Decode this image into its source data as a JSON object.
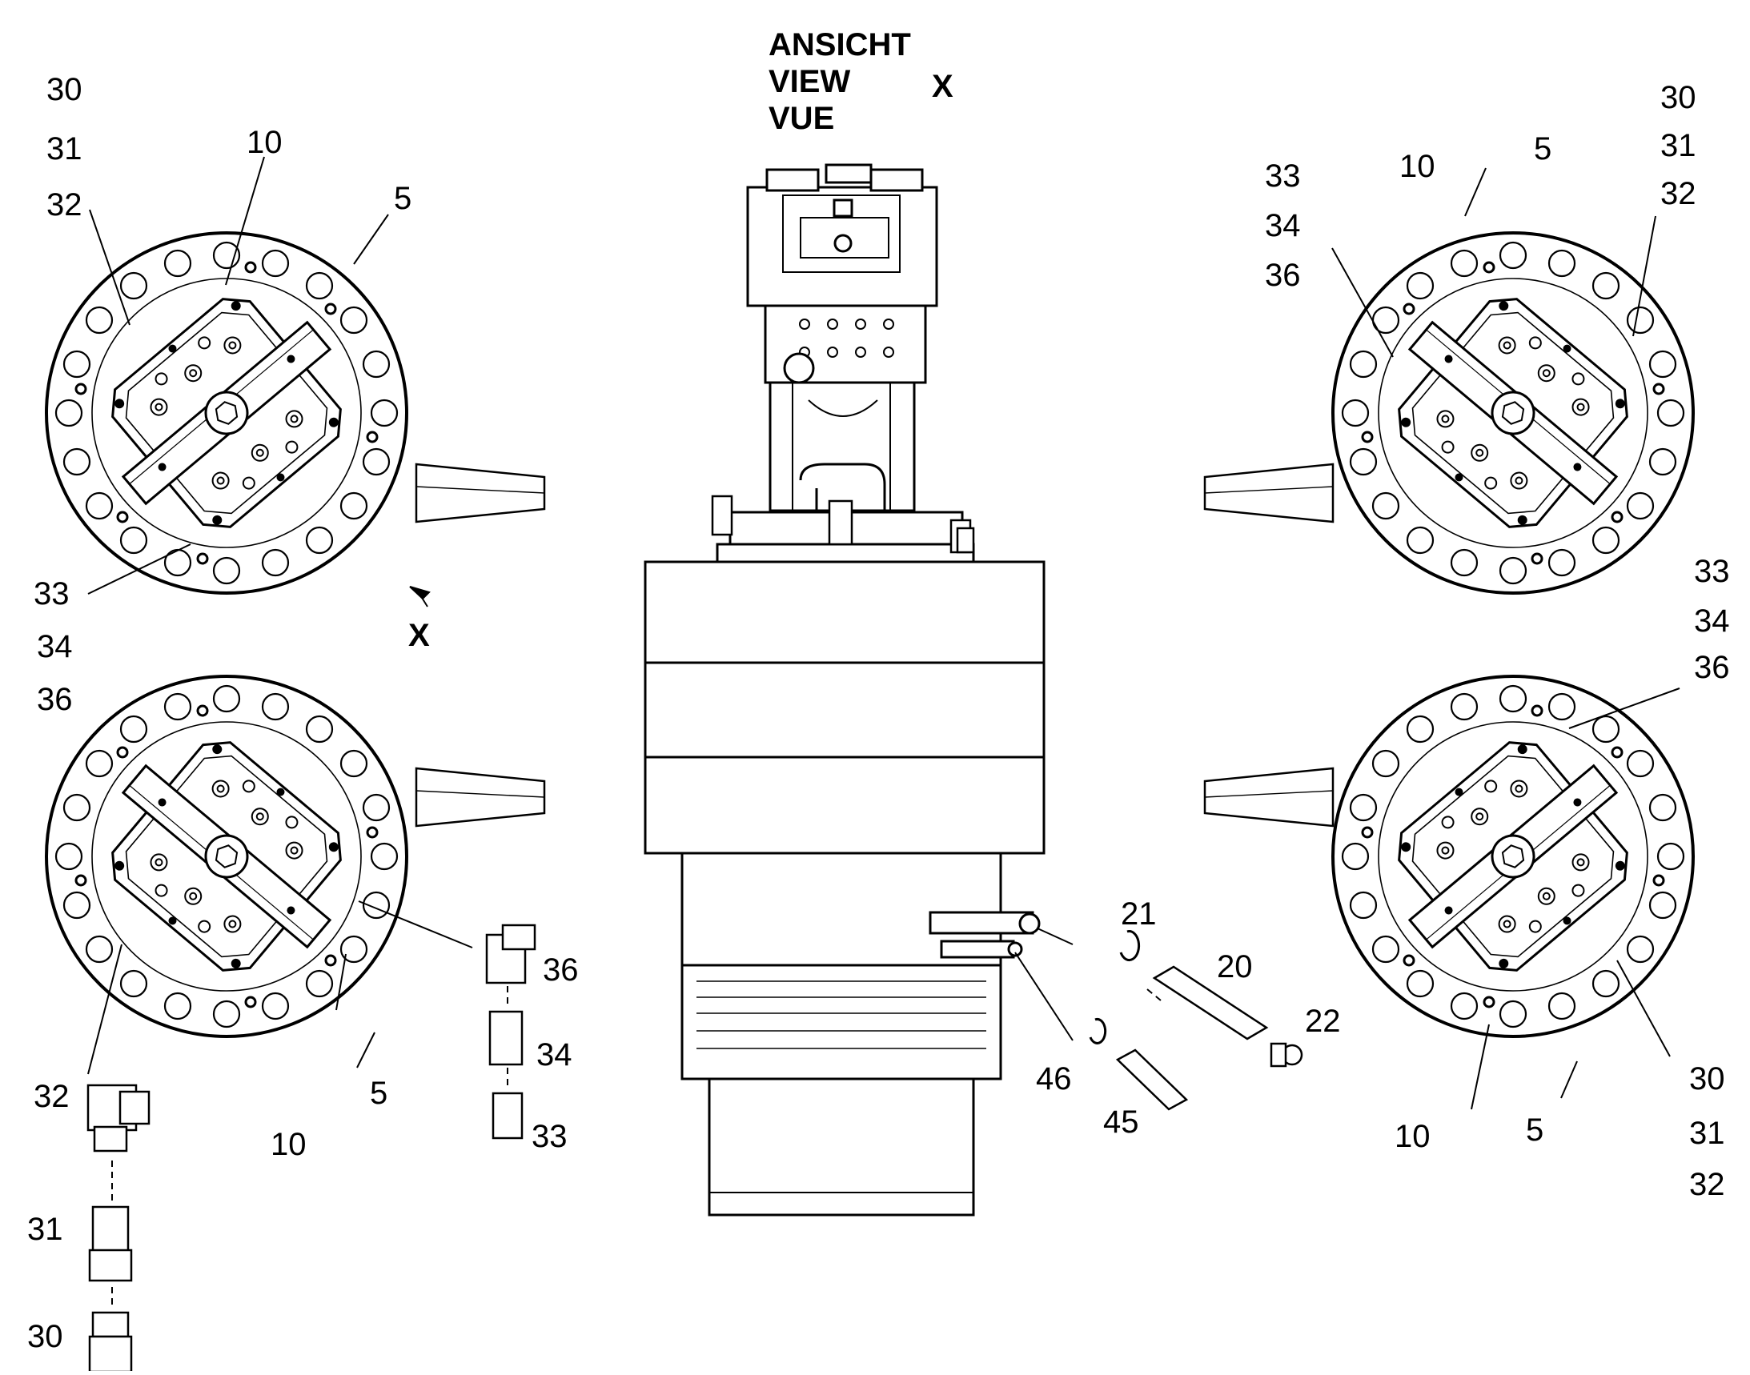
{
  "view_header": {
    "line1": "ANSICHT",
    "line2": "VIEW",
    "line3": "VUE",
    "marker": "X"
  },
  "view_arrow_marker": "X",
  "callouts": {
    "tl": {
      "c30": "30",
      "c31": "31",
      "c32": "32",
      "c10": "10",
      "c5": "5",
      "c33": "33",
      "c34": "34",
      "c36": "36"
    },
    "bl": {
      "c32": "32",
      "c10": "10",
      "c5": "5"
    },
    "fittings_left": {
      "c31": "31",
      "c30": "30"
    },
    "fittings_mid": {
      "c36": "36",
      "c34": "34",
      "c33": "33"
    },
    "center": {
      "c21": "21",
      "c20": "20",
      "c22": "22",
      "c46": "46",
      "c45": "45"
    },
    "tr": {
      "c30": "30",
      "c31": "31",
      "c32": "32",
      "c33": "33",
      "c34": "34",
      "c36": "36",
      "c10": "10",
      "c5": "5"
    },
    "br": {
      "c33": "33",
      "c34": "34",
      "c36": "36",
      "c30": "30",
      "c31": "31",
      "c32": "32",
      "c10": "10",
      "c5": "5"
    }
  }
}
